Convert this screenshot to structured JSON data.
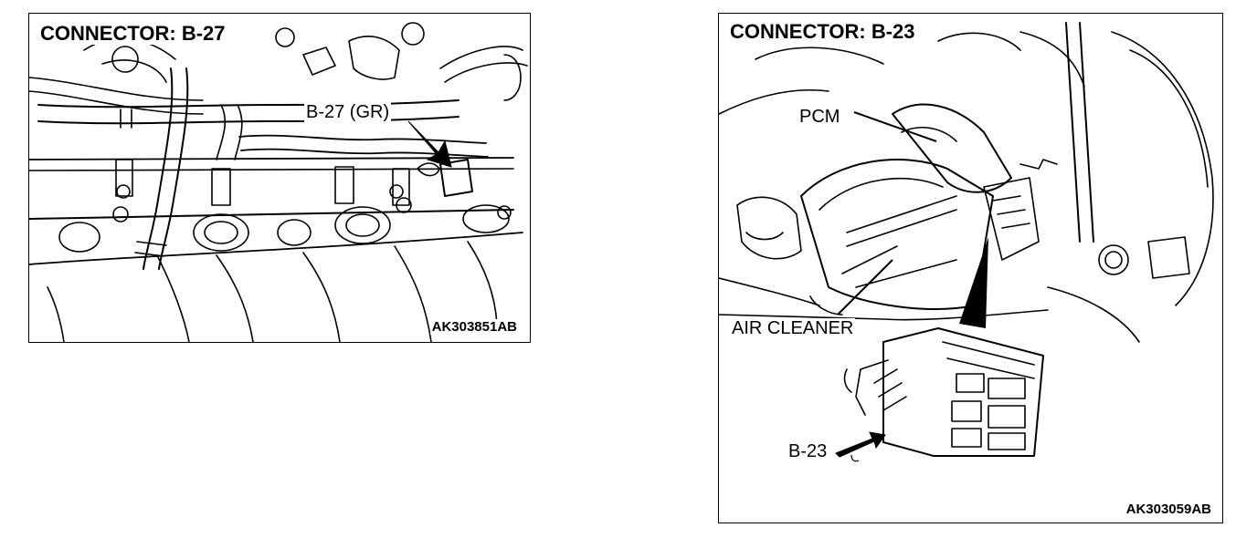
{
  "figures": [
    {
      "title": "CONNECTOR: B-27",
      "callouts": [
        "B-27 (GR)"
      ],
      "code": "AK303851AB"
    },
    {
      "title": "CONNECTOR: B-23",
      "callouts": [
        "PCM",
        "AIR CLEANER",
        "B-23"
      ],
      "code": "AK303059AB"
    }
  ],
  "colors": {
    "line": "#000000",
    "background": "#ffffff"
  }
}
